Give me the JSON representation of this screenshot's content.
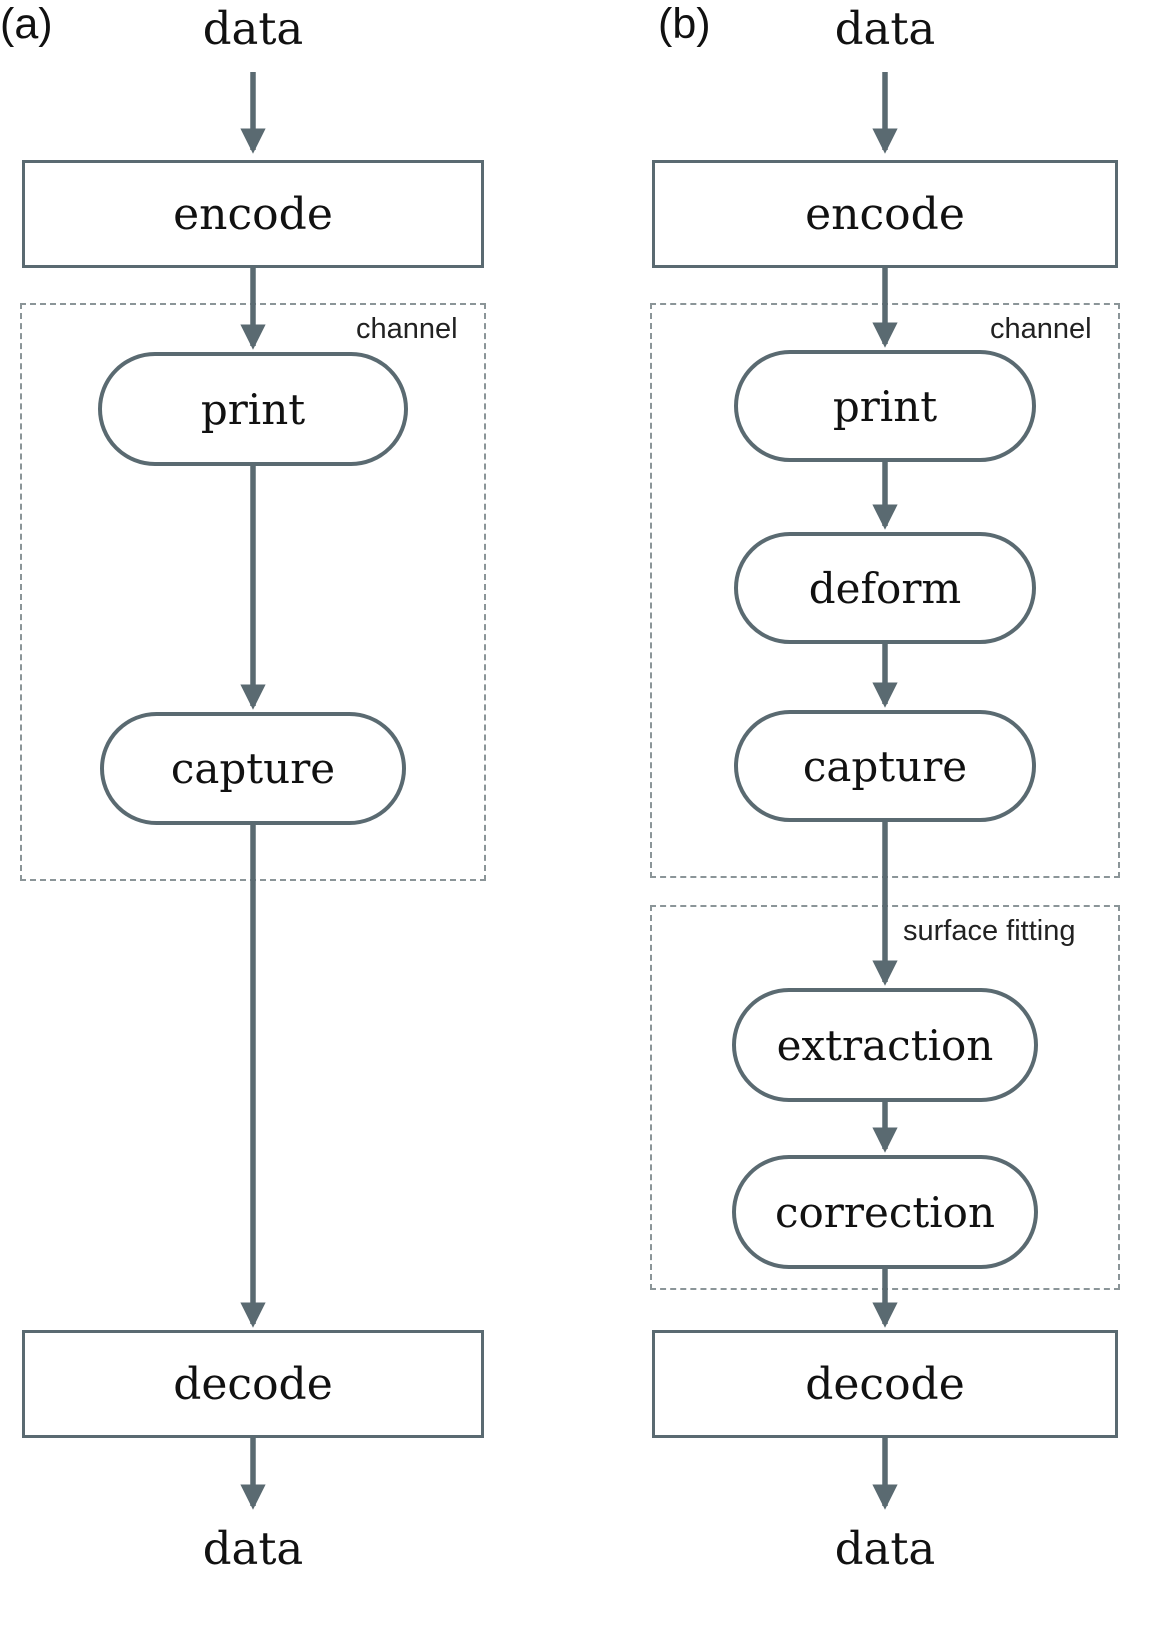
{
  "colors": {
    "stroke": "#5a6a71",
    "dashed_border": "#8b9598",
    "text": "#111111"
  },
  "panels": {
    "a": {
      "tag": "(a)",
      "data_in": "data",
      "encode": "encode",
      "channel": {
        "label": "channel",
        "nodes": {
          "print": "print",
          "capture": "capture"
        }
      },
      "decode": "decode",
      "data_out": "data"
    },
    "b": {
      "tag": "(b)",
      "data_in": "data",
      "encode": "encode",
      "channel": {
        "label": "channel",
        "nodes": {
          "print": "print",
          "deform": "deform",
          "capture": "capture"
        }
      },
      "surface_fitting": {
        "label": "surface fitting",
        "nodes": {
          "extraction": "extraction",
          "correction": "correction"
        }
      },
      "decode": "decode",
      "data_out": "data"
    }
  }
}
